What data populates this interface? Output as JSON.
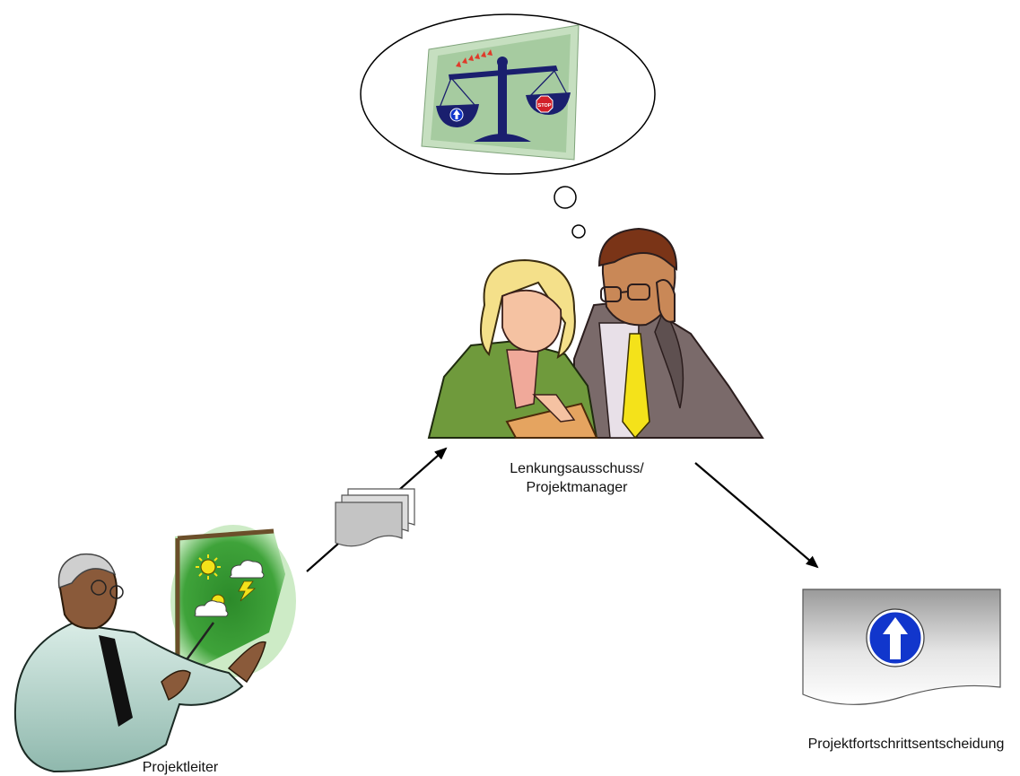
{
  "labels": {
    "steering_line1": "Lenkungsausschuss/",
    "steering_line2": "Projektmanager",
    "project_lead": "Projektleiter",
    "decision": "Projektfortschrittsentscheidung"
  },
  "colors": {
    "scale_blue": "#1a1f6e",
    "sign_blue": "#1136cc",
    "stop_red": "#d2202a",
    "board_green": "#2f8f2e",
    "document_gray": "#c8c8c8"
  },
  "icons": {
    "balance": "balance-scale-icon",
    "up_arrow": "up-arrow-sign-icon",
    "stop": "stop-sign-icon",
    "sun": "sun-icon",
    "cloud": "cloud-icon",
    "lightning": "lightning-icon"
  }
}
